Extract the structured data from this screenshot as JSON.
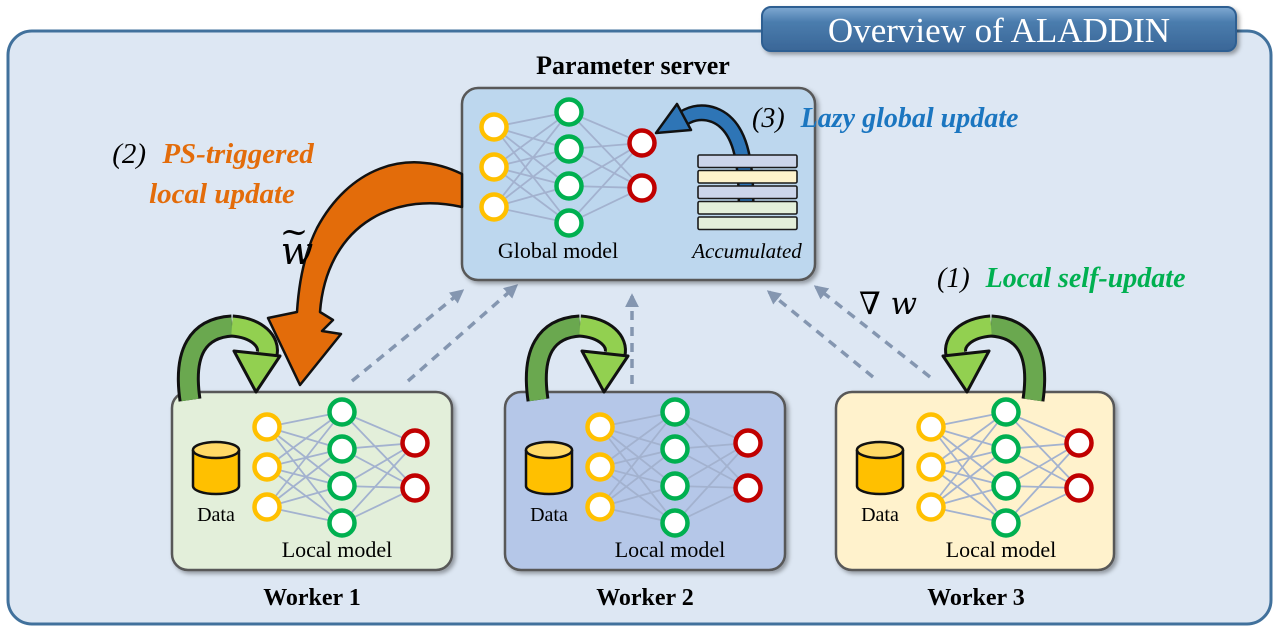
{
  "banner": {
    "title": "Overview of ALADDIN"
  },
  "parameter_server": {
    "title": "Parameter server",
    "model_label": "Global model",
    "stack_label": "Accumulated"
  },
  "workers": [
    {
      "name": "Worker 1",
      "data_label": "Data",
      "model_label": "Local model"
    },
    {
      "name": "Worker 2",
      "data_label": "Data",
      "model_label": "Local model"
    },
    {
      "name": "Worker 3",
      "data_label": "Data",
      "model_label": "Local model"
    }
  ],
  "steps": {
    "step1": {
      "number": "(1)",
      "label": "Local self-update",
      "color": "#00b050"
    },
    "step2": {
      "number": "(2)",
      "label_line1": "PS-triggered",
      "label_line2": "local update",
      "color": "#e36c0a"
    },
    "step3": {
      "number": "(3)",
      "label": "Lazy global update",
      "color": "#1b76c0"
    }
  },
  "math": {
    "weights_base": "w",
    "weights_accent": "~",
    "gradient_nabla": "∇",
    "gradient_base": "w"
  },
  "colors": {
    "canvas_fill": "#dde7f3",
    "canvas_border": "#41719c",
    "banner_top": "#7fa9d2",
    "banner_mid": "#4a7cad",
    "banner_bottom": "#3a6697",
    "ps_box_fill": "#bdd7ee",
    "box_border": "#595959",
    "worker_fills": [
      "#e3efda",
      "#b5c7e8",
      "#fff2cc"
    ],
    "node_input": "#ffc000",
    "node_hidden": "#00b050",
    "node_output": "#c00000",
    "link": "#a3b2cf",
    "data_cylinder": "#ffc000",
    "data_cylinder_top": "#ffd966",
    "stack_bars": [
      "#ccd5ea",
      "#fdf2cc",
      "#ccd5ea",
      "#e3efda",
      "#e3efda"
    ],
    "dashed_arrow": "#8496b0",
    "loop_dark": "#6aa84f",
    "loop_light": "#92d050",
    "orange_arrow": "#e36c0a",
    "blue_arrow": "#2e75b6"
  }
}
